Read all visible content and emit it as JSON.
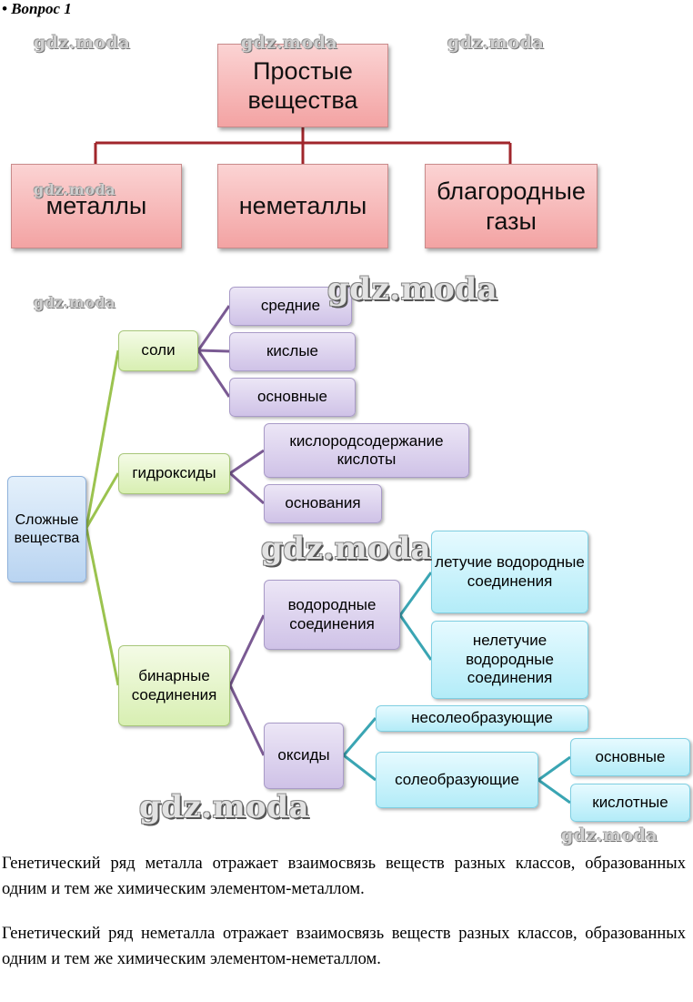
{
  "heading": "• Вопрос 1",
  "watermark": "gdz.moda",
  "simple": {
    "root": "Простые вещества",
    "metals": "металлы",
    "nonmetals": "неметаллы",
    "noble_gases": "благородные газы"
  },
  "complex": {
    "root": "Сложные вещества",
    "salts": {
      "label": "соли",
      "medium": "средние",
      "acidic": "кислые",
      "basic": "основные"
    },
    "hydroxides": {
      "label": "гидроксиды",
      "oxygen_acids": "кислородсодержание кислоты",
      "bases": "основания"
    },
    "binary": {
      "label": "бинарные соединения",
      "hydrogen": {
        "label": "водородные соединения",
        "volatile": "летучие водородные соединения",
        "nonvolatile": "нелетучие водородные соединения"
      },
      "oxides": {
        "label": "оксиды",
        "non_salt_forming": "несолеобразующие",
        "salt_forming": {
          "label": "солеобразующие",
          "basic": "основные",
          "acidic": "кислотные"
        }
      }
    }
  },
  "paragraphs": {
    "metal": "Генетический ряд металла отражает взаимосвязь веществ разных классов, образованных одним и тем же химическим элементом-металлом.",
    "nonmetal": "Генетический ряд неметалла отражает взаимосвязь веществ разных классов, образованных одним и тем же химическим элементом-неметаллом."
  },
  "colors": {
    "simple_connector": "#a0262b",
    "salts_connector": "#7a5a93",
    "green_connector": "#9bc34f",
    "cyan_connector": "#3aa5b3",
    "pink_box": "#f3a3a3",
    "purple_box": "#cfc2e7",
    "green_box": "#d8efb2",
    "blue_box": "#b9d4f1",
    "cyan_box": "#b3ecf8"
  }
}
